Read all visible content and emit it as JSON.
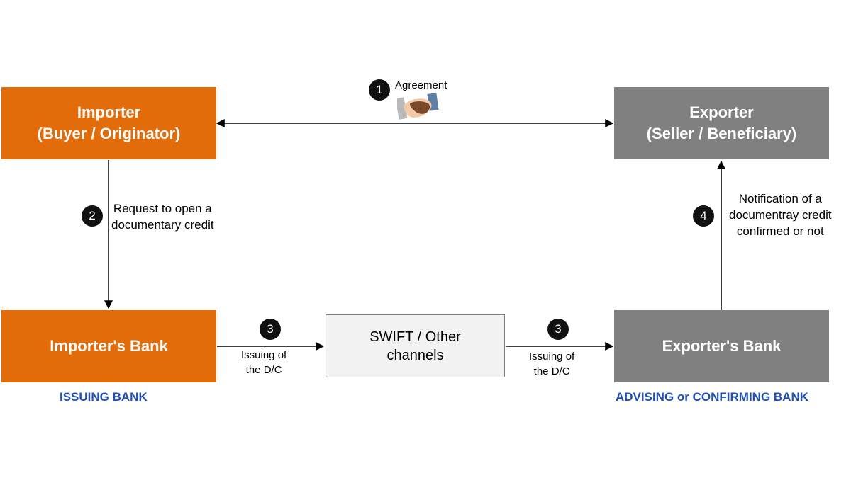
{
  "importer": {
    "line1": "Importer",
    "line2": "(Buyer / Originator)"
  },
  "exporter": {
    "line1": "Exporter",
    "line2": "(Seller / Beneficiary)"
  },
  "importer_bank": {
    "label": "Importer's Bank",
    "role": "ISSUING BANK"
  },
  "exporter_bank": {
    "label": "Exporter's Bank",
    "role": "ADVISING or CONFIRMING BANK"
  },
  "swift": {
    "line1": "SWIFT / Other",
    "line2": "channels"
  },
  "steps": {
    "agreement": {
      "number": "1",
      "text": "Agreement"
    },
    "request": {
      "number": "2",
      "line1": "Request to open a",
      "line2": "documentary credit"
    },
    "issuing_left": {
      "number": "3",
      "line1": "Issuing of",
      "line2": "the D/C"
    },
    "issuing_right": {
      "number": "3",
      "line1": "Issuing of",
      "line2": "the D/C"
    },
    "notification": {
      "number": "4",
      "line1": "Notification of a",
      "line2": "documentray credit",
      "line3": "confirmed or not"
    }
  },
  "colors": {
    "importer": "#e36c0a",
    "exporter": "#808080",
    "role_text": "#1f4fb4"
  },
  "icons": {
    "agreement": "handshake-icon"
  }
}
